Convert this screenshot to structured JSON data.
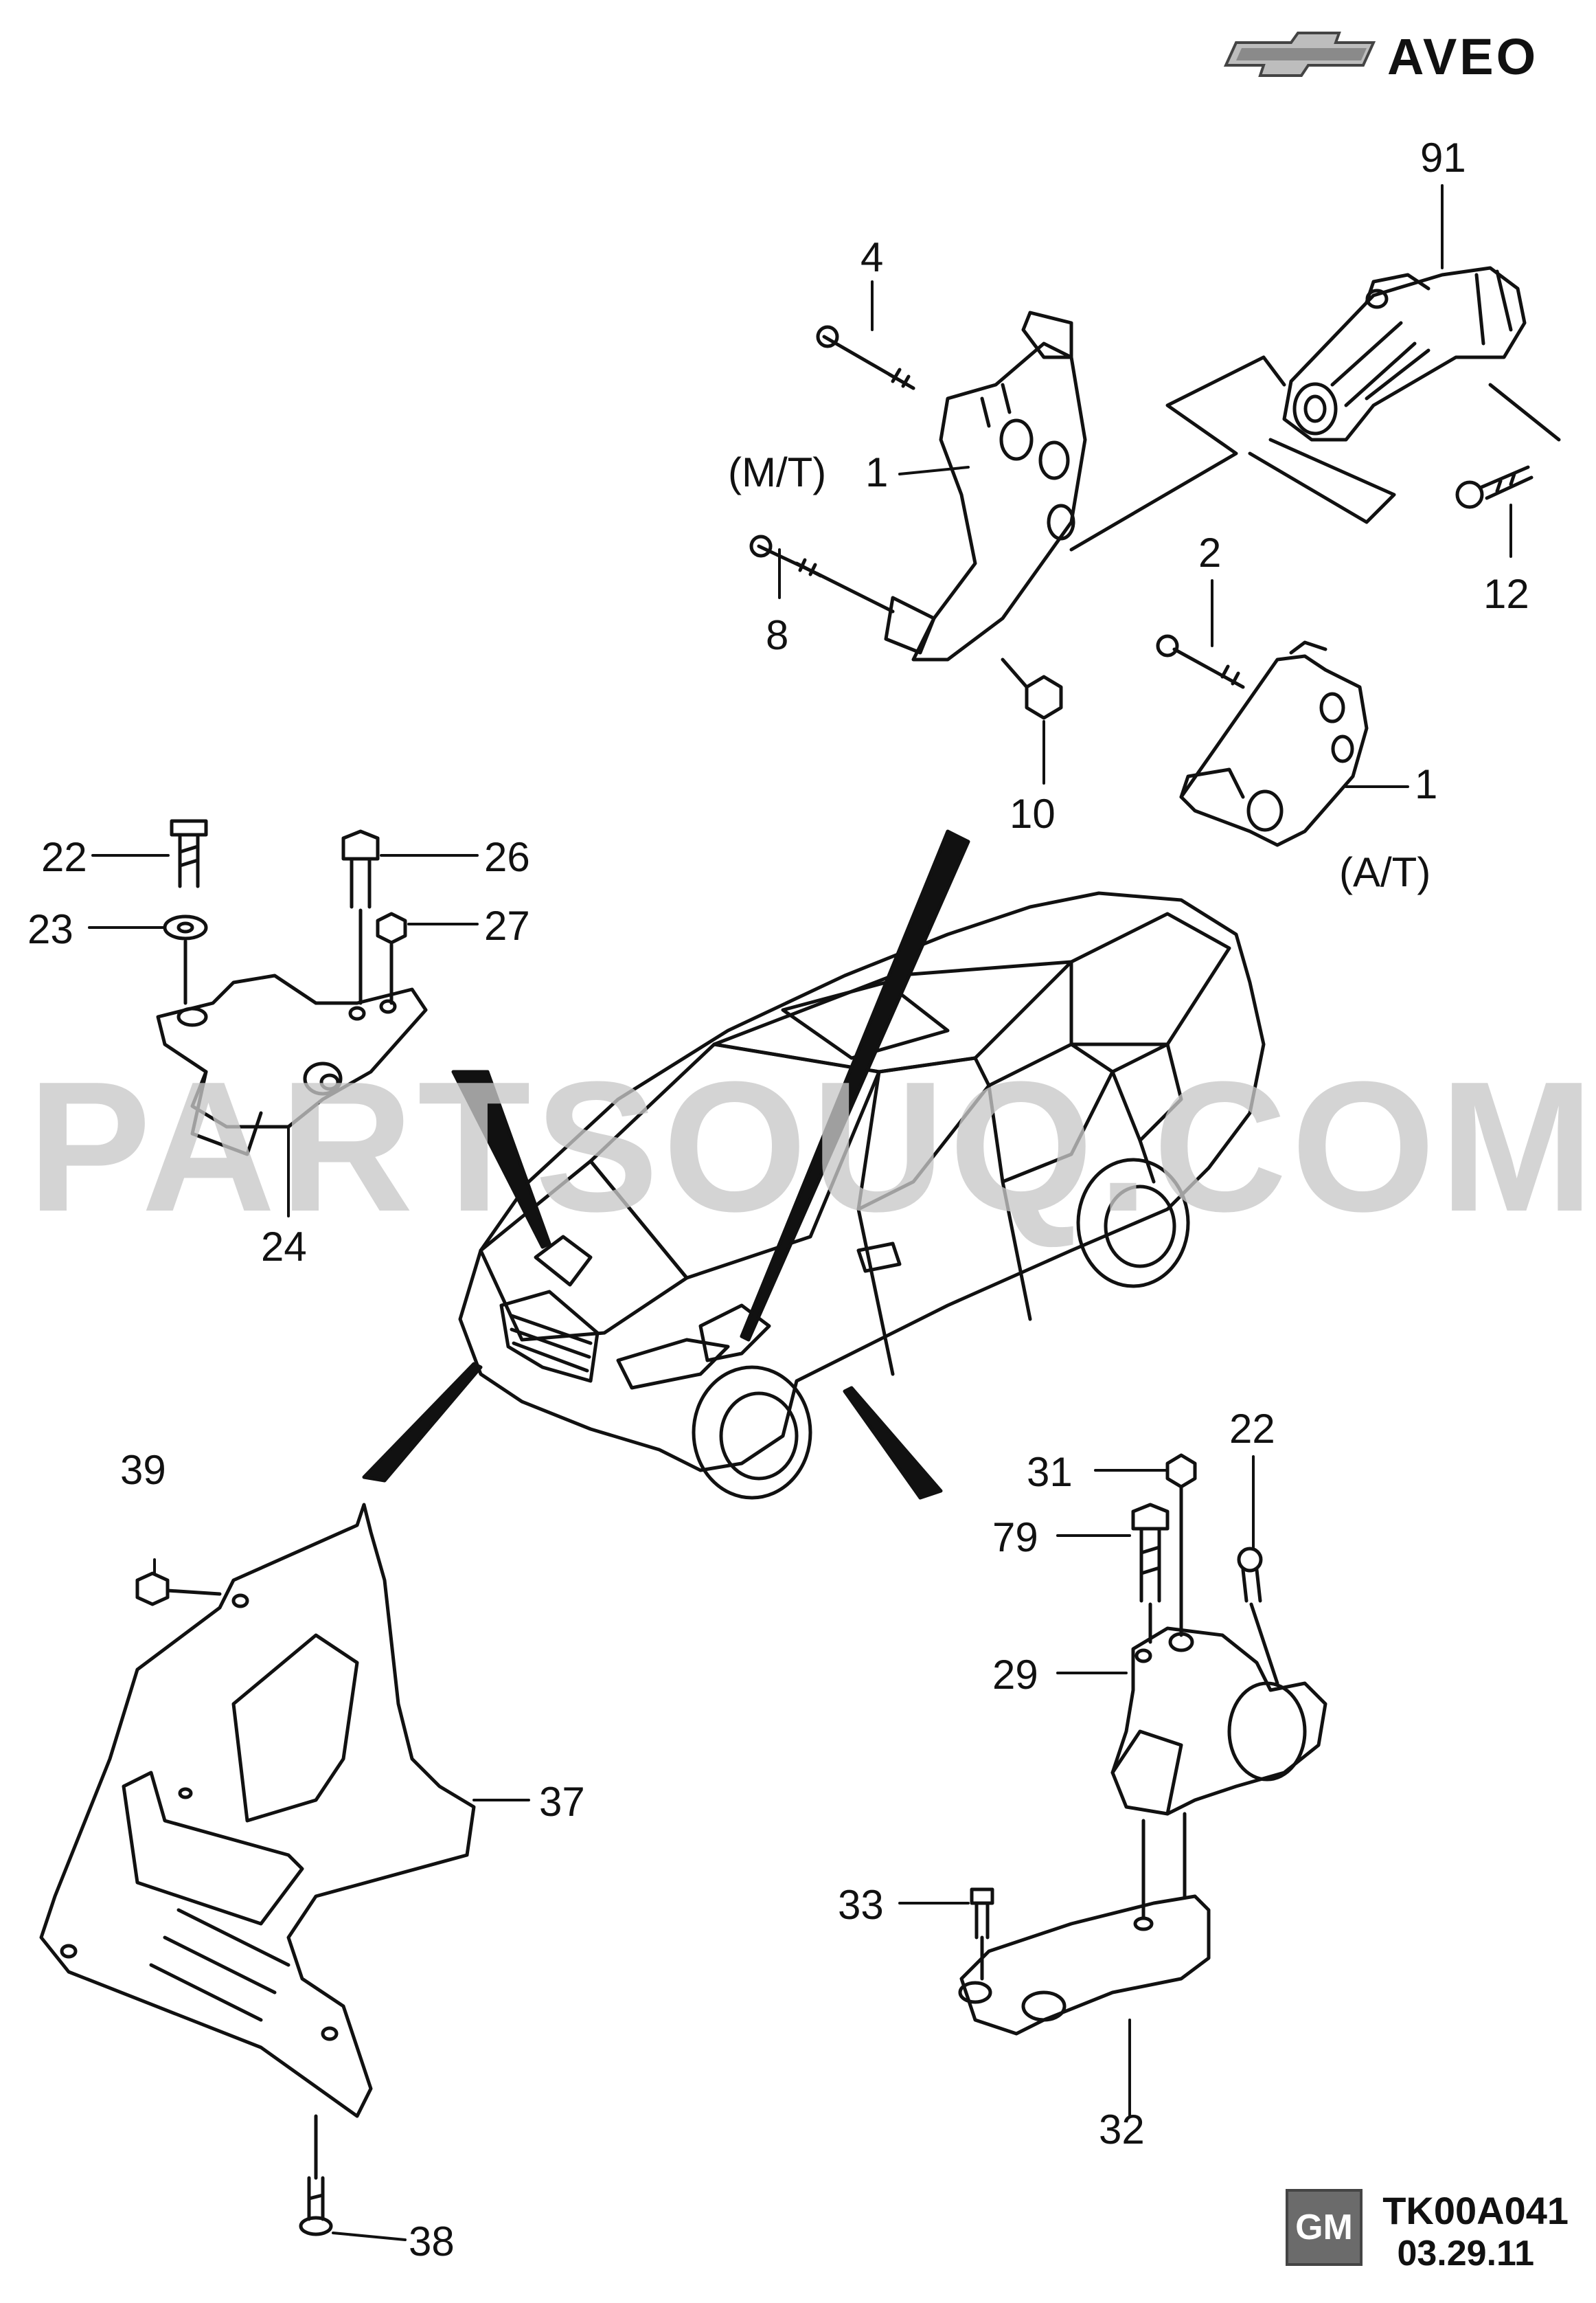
{
  "header": {
    "model_name": "AVEO",
    "brand_icon": "chevrolet-bowtie-icon"
  },
  "watermark": "PARTSOUQ.COM",
  "footer": {
    "gm_logo": "GM",
    "diagram_code": "TK00A041",
    "date": "03.29.11"
  },
  "callouts": {
    "c91": "91",
    "c4": "4",
    "c1_mt": "1",
    "c8": "8",
    "c10": "10",
    "c2": "2",
    "c12": "12",
    "c1_at": "1",
    "c22_left": "22",
    "c23": "23",
    "c26": "26",
    "c27": "27",
    "c24": "24",
    "c39": "39",
    "c37": "37",
    "c38": "38",
    "c31": "31",
    "c22_right": "22",
    "c79": "79",
    "c29": "29",
    "c33": "33",
    "c32": "32"
  },
  "variant_labels": {
    "manual": "(M/T)",
    "automatic": "(A/T)"
  },
  "colors": {
    "line": "#111111",
    "watermark": "#c8c8c8",
    "gm_badge": "#6b6b6b"
  }
}
